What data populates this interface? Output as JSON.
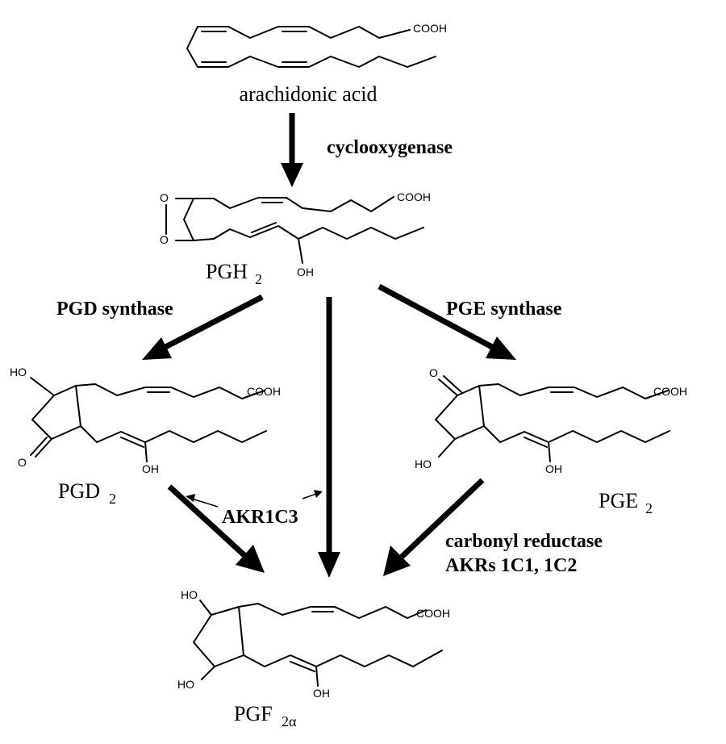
{
  "molecules": {
    "arachidonic_acid": {
      "name": "arachidonic acid",
      "cooh": "COOH"
    },
    "pgh2": {
      "name": "PGH",
      "sub": "2",
      "cooh": "COOH",
      "oh": "OH",
      "o1": "O",
      "o2": "O"
    },
    "pgd2": {
      "name": "PGD",
      "sub": "2",
      "cooh": "COOH",
      "ho": "HO",
      "o": "O",
      "oh": "OH"
    },
    "pge2": {
      "name": "PGE",
      "sub": "2",
      "cooh": "COOH",
      "o": "O",
      "ho": "HO",
      "oh": "OH"
    },
    "pgf2a": {
      "name": "PGF",
      "sub": "2α",
      "cooh": "COOH",
      "ho_top": "HO",
      "ho_bottom": "HO",
      "oh": "OH"
    }
  },
  "enzymes": {
    "cyclooxygenase": "cyclooxygenase",
    "pgd_synthase": "PGD synthase",
    "pge_synthase": "PGE synthase",
    "akr1c3": "AKR1C3",
    "carbonyl_reductase": "carbonyl reductase",
    "akrs": "AKRs 1C1, 1C2"
  }
}
